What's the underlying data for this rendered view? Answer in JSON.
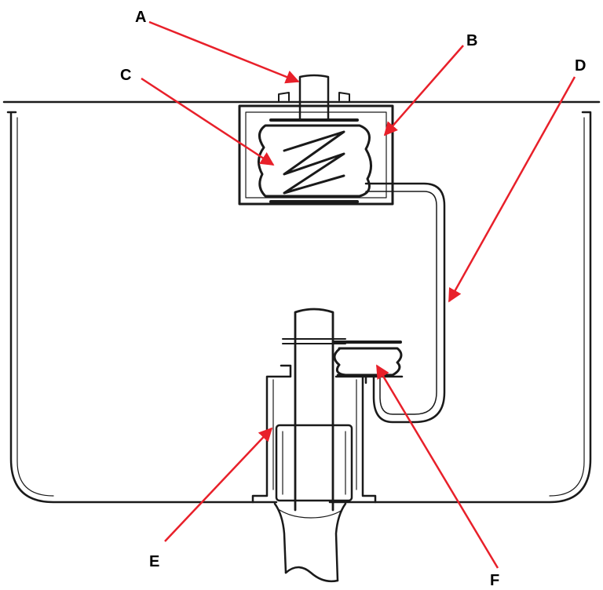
{
  "labels": {
    "a": "A",
    "b": "B",
    "c": "C",
    "d": "D",
    "e": "E",
    "f": "F"
  },
  "colors": {
    "ink": "#1a1a1a",
    "arrow": "#e8202a",
    "background": "#ffffff"
  }
}
